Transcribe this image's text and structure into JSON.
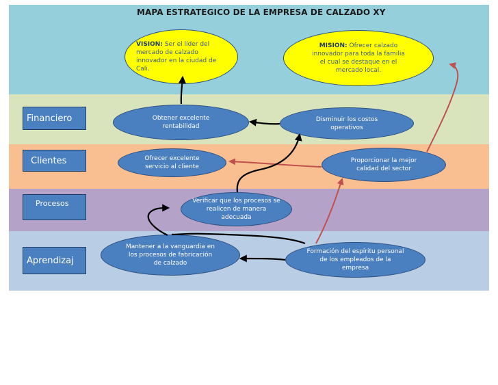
{
  "title": "MAPA ESTRATEGICO DE LA EMPRESA DE CALZADO XY",
  "colors": {
    "band_top": "#96cfdc",
    "band_financiero": "#d9e4bd",
    "band_clientes": "#f9bf90",
    "band_procesos": "#b4a2c8",
    "band_aprendizaje": "#b9cde4",
    "node_blue": "#4a7fc0",
    "node_yellow": "#ffff00",
    "arrow_black": "#000000",
    "arrow_red": "#c0504d"
  },
  "perspectives": {
    "financiero": "Financiero",
    "clientes": "Clientes",
    "procesos": "Procesos",
    "aprendizaje": "Aprendizaj"
  },
  "vision": {
    "label": "VISION:",
    "text": "Ser el líder del mercado de calzado innovador en la ciudad de Cali."
  },
  "mision": {
    "label": "MISION:",
    "text": "Ofrecer calzado innovador para toda la familia el cual se destaque en el mercado local."
  },
  "nodes": {
    "rentabilidad": "Obtener excelente rentabilidad",
    "costos": "Disminuir los costos operativos",
    "servicio": "Ofrecer excelente servicio al cliente",
    "calidad": "Proporcionar la mejor calidad del sector",
    "procesos": "Verificar que los procesos se realicen de manera adecuada",
    "vanguardia": "Mantener a la vanguardia en los procesos de fabricación de calzado",
    "formacion": "Formación del espíritu personal de los empleados de la empresa"
  }
}
